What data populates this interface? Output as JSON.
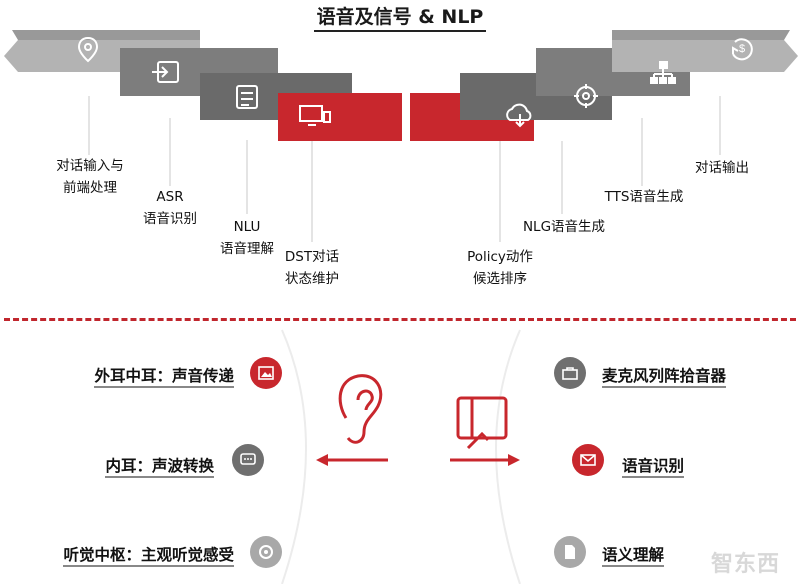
{
  "title": "语音及信号 & NLP",
  "top_labels": {
    "l1a": "对话输入与",
    "l1b": "前端处理",
    "l2a": "ASR",
    "l2b": "语音识别",
    "l3a": "NLU",
    "l3b": "语音理解",
    "l4a": "DST对话",
    "l4b": "状态维护",
    "r4a": "Policy动作",
    "r4b": "候选排序",
    "r3": "NLG语音生成",
    "r2": "TTS语音生成",
    "r1": "对话输出"
  },
  "left_items": [
    "外耳中耳：声音传递",
    "内耳：声波转换",
    "听觉中枢：主观听觉感受"
  ],
  "right_items": [
    "麦克风列阵拾音器",
    "语音识别",
    "语义理解"
  ],
  "watermark": "智东西",
  "colors": {
    "red": "#c8272d",
    "gray_dark": "#6f6f6f",
    "gray_mid": "#8a8a8a",
    "gray_light": "#b3b3b3"
  },
  "icons": [
    "location-pin-icon",
    "sign-in-icon",
    "checklist-icon",
    "monitor-icon",
    "cloud-download-icon",
    "target-icon",
    "hierarchy-icon",
    "dollar-refresh-icon",
    "image-icon",
    "chat-icon",
    "disc-icon",
    "briefcase-icon",
    "mail-icon",
    "document-icon",
    "ear-icon",
    "tablet-hand-icon"
  ]
}
